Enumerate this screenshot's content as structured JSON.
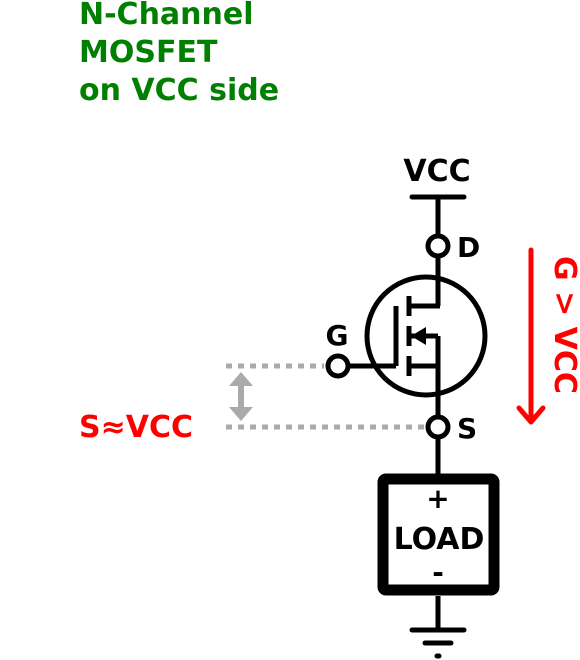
{
  "title": {
    "lines": [
      "N-Channel",
      "MOSFET",
      "on VCC side"
    ]
  },
  "labels": {
    "vcc": "VCC",
    "drain": "D",
    "gate": "G",
    "source": "S",
    "source_note": "S≈VCC",
    "gate_note": "G > VCC",
    "load_plus": "+",
    "load_text": "LOAD",
    "load_minus": "-"
  },
  "colors": {
    "title": "#008000",
    "annotation": "#ff0000",
    "circuit": "#000000",
    "dimension": "#aaaaaa"
  },
  "icons": {
    "transistor": "n-channel-mosfet-symbol",
    "ground": "ground-symbol",
    "arrow_down": "arrow-down",
    "double_arrow": "double-headed-arrow"
  }
}
